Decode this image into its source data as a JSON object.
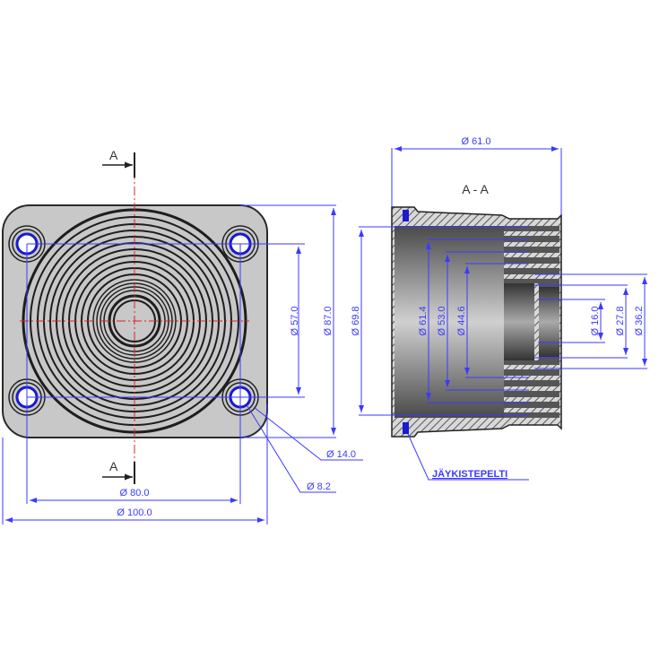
{
  "drawing": {
    "section_label": "A - A",
    "section_marker": "A",
    "front_view": {
      "dimensions": {
        "hole_spacing_vertical": "Ø 57.0",
        "overall_height": "Ø 87.0",
        "hole_spacing_horizontal": "Ø 80.0",
        "overall_width": "Ø 100.0",
        "counterbore": "Ø 14.0",
        "hole": "Ø 8.2"
      }
    },
    "section_view": {
      "dimensions": {
        "depth": "Ø 61.0",
        "outer": "Ø 69.8",
        "d1": "Ø 61.4",
        "d2": "Ø 53.0",
        "d3": "Ø 44.6",
        "d4": "Ø 16.0",
        "d5": "Ø 27.8",
        "d6": "Ø 36.2"
      },
      "callout": "JÄYKISTEPELTI"
    },
    "colors": {
      "dimension": "#3a3aff",
      "centerline": "#e02020",
      "body": "#c8c8c8",
      "outline": "#2a2a2a",
      "insert": "#1a1ad0"
    }
  }
}
